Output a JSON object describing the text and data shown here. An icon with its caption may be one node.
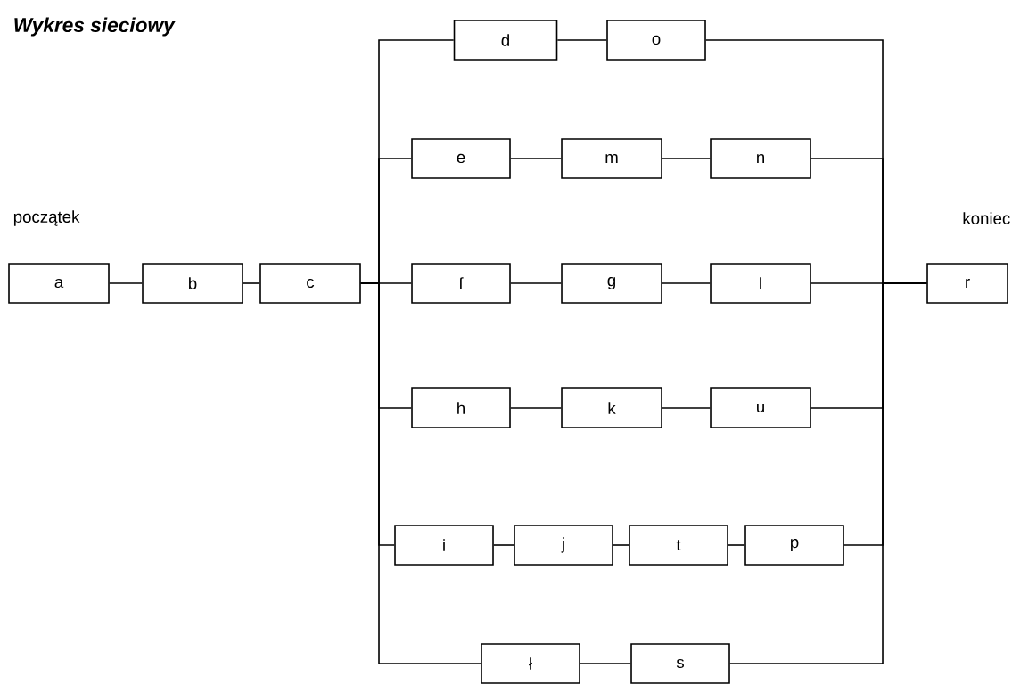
{
  "diagram": {
    "title": "Wykres sieciowy",
    "nodes": [
      {
        "text": [
          "a"
        ],
        "beside": [
          "początek"
        ]
      },
      {
        "text": [
          "b"
        ]
      },
      {
        "text": [
          "c"
        ]
      },
      {
        "text": [
          "d"
        ]
      },
      {
        "text": [
          "o"
        ]
      },
      {
        "text": [
          "e"
        ]
      },
      {
        "text": [
          "m"
        ]
      },
      {
        "text": [
          "n"
        ]
      },
      {
        "text": [
          "f"
        ]
      },
      {
        "text": [
          "g"
        ]
      },
      {
        "text": [
          "l"
        ]
      },
      {
        "text": [
          "h"
        ]
      },
      {
        "text": [
          "k"
        ]
      },
      {
        "text": [
          "u"
        ]
      },
      {
        "text": [
          "i"
        ]
      },
      {
        "text": [
          "j"
        ]
      },
      {
        "text": [
          "t"
        ]
      },
      {
        "text": [
          "p"
        ]
      },
      {
        "text": [
          "ł"
        ]
      },
      {
        "text": [
          "s"
        ]
      },
      {
        "text": [
          "r"
        ],
        "beside": [
          "koniec"
        ]
      }
    ],
    "edges": [
      {
        "from": 0,
        "to": 1,
        "arrow": "none"
      },
      {
        "from": 1,
        "to": 2,
        "arrow": "none"
      },
      {
        "from": 2,
        "to": 3,
        "arrow": "none"
      },
      {
        "from": 2,
        "to": 5,
        "arrow": "none"
      },
      {
        "from": 2,
        "to": 8,
        "arrow": "none"
      },
      {
        "from": 2,
        "to": 11,
        "arrow": "none"
      },
      {
        "from": 2,
        "to": 14,
        "arrow": "none"
      },
      {
        "from": 2,
        "to": 18,
        "arrow": "none"
      },
      {
        "from": 3,
        "to": 4,
        "arrow": "none"
      },
      {
        "from": 5,
        "to": 6,
        "arrow": "none"
      },
      {
        "from": 6,
        "to": 7,
        "arrow": "none"
      },
      {
        "from": 8,
        "to": 9,
        "arrow": "none"
      },
      {
        "from": 9,
        "to": 10,
        "arrow": "none"
      },
      {
        "from": 11,
        "to": 12,
        "arrow": "none"
      },
      {
        "from": 12,
        "to": 13,
        "arrow": "none"
      },
      {
        "from": 14,
        "to": 15,
        "arrow": "none"
      },
      {
        "from": 15,
        "to": 16,
        "arrow": "none"
      },
      {
        "from": 16,
        "to": 17,
        "arrow": "none"
      },
      {
        "from": 18,
        "to": 19,
        "arrow": "none"
      },
      {
        "from": 4,
        "to": 20,
        "arrow": "none"
      },
      {
        "from": 7,
        "to": 20,
        "arrow": "none"
      },
      {
        "from": 10,
        "to": 20,
        "arrow": "none"
      },
      {
        "from": 13,
        "to": 20,
        "arrow": "none"
      },
      {
        "from": 17,
        "to": 20,
        "arrow": "none"
      },
      {
        "from": 19,
        "to": 20,
        "arrow": "none"
      }
    ]
  }
}
